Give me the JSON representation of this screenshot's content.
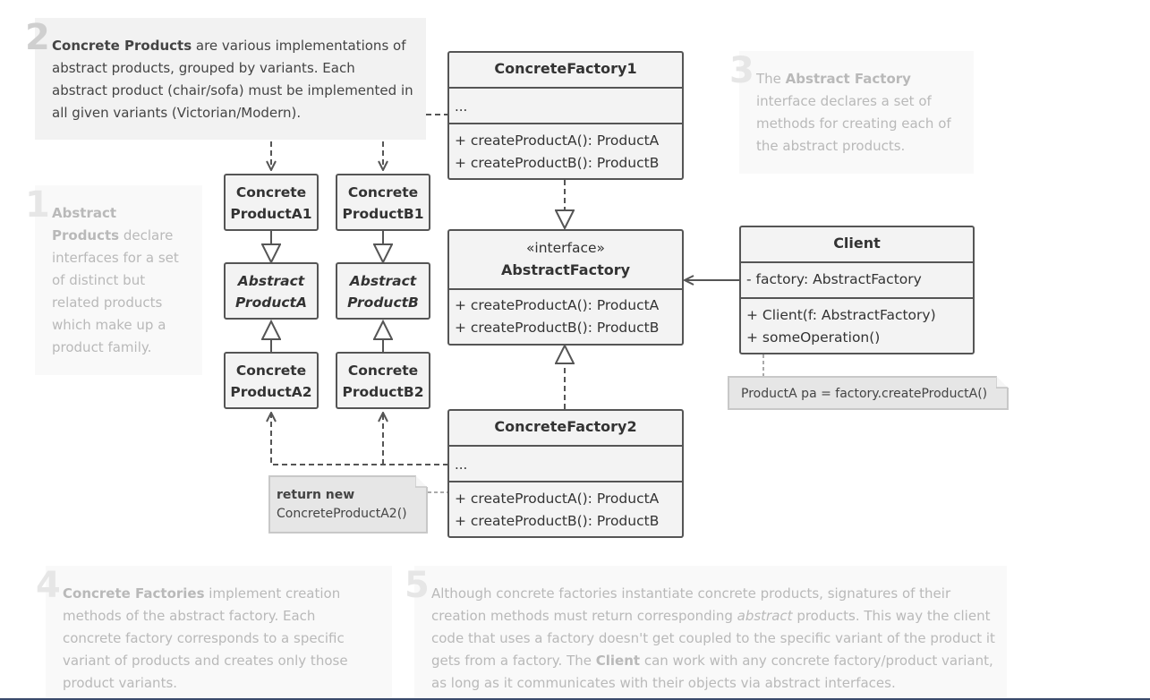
{
  "notes": {
    "n1": {
      "num": "1",
      "bold": "Abstract Products",
      "rest": " declare interfaces for a set of distinct but related products which make up a product family."
    },
    "n2": {
      "num": "2",
      "bold": "Concrete Products",
      "rest": " are various implementations of abstract products, grouped by variants. Each abstract product (chair/sofa) must be implemented in all given variants (Victorian/Modern)."
    },
    "n3": {
      "num": "3",
      "pre": "The ",
      "bold": "Abstract Factory",
      "rest": " interface declares a set of methods for creating each of the abstract products."
    },
    "n4": {
      "num": "4",
      "bold": "Concrete Factories",
      "rest": " implement creation methods of the abstract factory. Each concrete factory corresponds to a specific variant of products and creates only those product variants."
    },
    "n5": {
      "num": "5",
      "pre": "Although concrete factories instantiate concrete products, signatures of their creation methods must return corresponding ",
      "italic": "abstract",
      "mid": " products. This way the client code that uses a factory doesn't get coupled to the specific variant of the product it gets from a factory. The ",
      "bold": "Client",
      "rest": " can work with any concrete factory/product variant, as long as it communicates with their objects via abstract interfaces."
    }
  },
  "products": {
    "cpa1": {
      "line1": "Concrete",
      "line2": "ProductA1"
    },
    "cpb1": {
      "line1": "Concrete",
      "line2": "ProductB1"
    },
    "apa": {
      "line1": "Abstract",
      "line2": "ProductA"
    },
    "apb": {
      "line1": "Abstract",
      "line2": "ProductB"
    },
    "cpa2": {
      "line1": "Concrete",
      "line2": "ProductA2"
    },
    "cpb2": {
      "line1": "Concrete",
      "line2": "ProductB2"
    }
  },
  "factory1": {
    "title": "ConcreteFactory1",
    "fields": "...",
    "methods": [
      "+ createProductA(): ProductA",
      "+ createProductB(): ProductB"
    ]
  },
  "abstract_factory": {
    "stereotype": "«interface»",
    "title": "AbstractFactory",
    "methods": [
      "+ createProductA(): ProductA",
      "+ createProductB(): ProductB"
    ]
  },
  "factory2": {
    "title": "ConcreteFactory2",
    "fields": "...",
    "methods": [
      "+ createProductA(): ProductA",
      "+ createProductB(): ProductB"
    ]
  },
  "client": {
    "title": "Client",
    "fields": [
      "- factory: AbstractFactory"
    ],
    "methods": [
      "+ Client(f: AbstractFactory)",
      "+ someOperation()"
    ]
  },
  "memos": {
    "client_memo": "ProductA pa = factory.createProductA()",
    "factory2_memo": {
      "line1": "return new",
      "line2": "ConcreteProductA2()"
    }
  },
  "colors": {
    "line": "#555555",
    "note_bg": "#f2f2f2",
    "faded_text": "#b9b9b9"
  }
}
